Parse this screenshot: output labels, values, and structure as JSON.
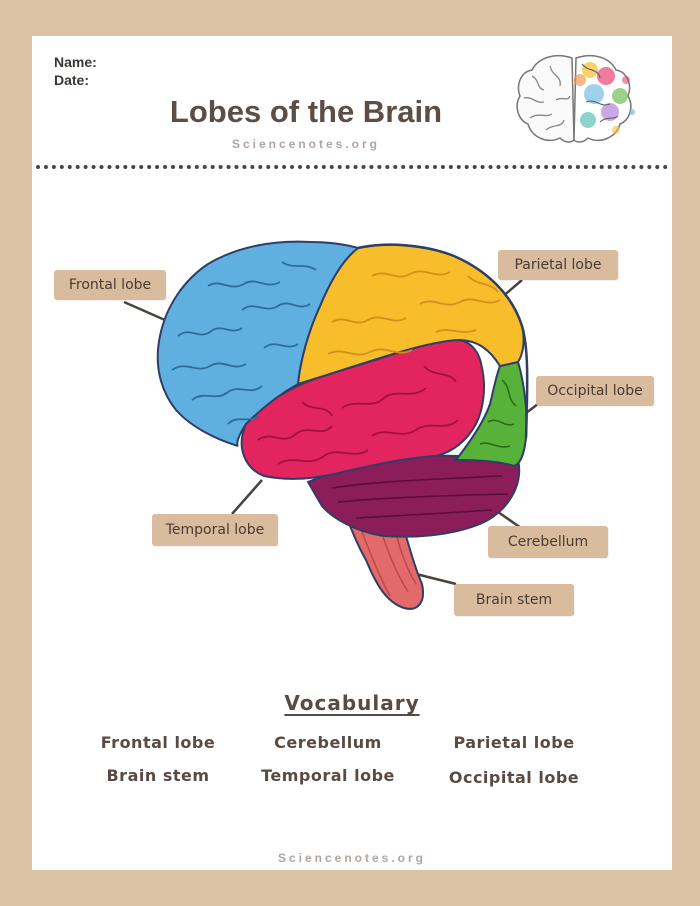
{
  "header": {
    "name_label": "Name:",
    "date_label": "Date:",
    "title": "Lobes of the Brain",
    "site": "Sciencenotes.org"
  },
  "diagram": {
    "labels": [
      {
        "id": "frontal",
        "text": "Frontal lobe"
      },
      {
        "id": "parietal",
        "text": "Parietal lobe"
      },
      {
        "id": "occipital",
        "text": "Occipital lobe"
      },
      {
        "id": "temporal",
        "text": "Temporal lobe"
      },
      {
        "id": "cerebellum",
        "text": "Cerebellum"
      },
      {
        "id": "brainstem",
        "text": "Brain stem"
      }
    ],
    "colors": {
      "frontal": "#5fb0e0",
      "parietal": "#f7bd2b",
      "occipital": "#58b23a",
      "temporal": "#e2245f",
      "cerebellum": "#8a1d5a",
      "brainstem": "#e26a6a",
      "outline": "#2f3e64",
      "label_bg": "#d9bc9e"
    }
  },
  "vocabulary": {
    "title": "Vocabulary",
    "words": [
      "Frontal lobe",
      "Cerebellum",
      "Parietal lobe",
      "Brain stem",
      "Temporal lobe",
      "Occipital lobe"
    ]
  },
  "footer": {
    "site": "Sciencenotes.org"
  }
}
